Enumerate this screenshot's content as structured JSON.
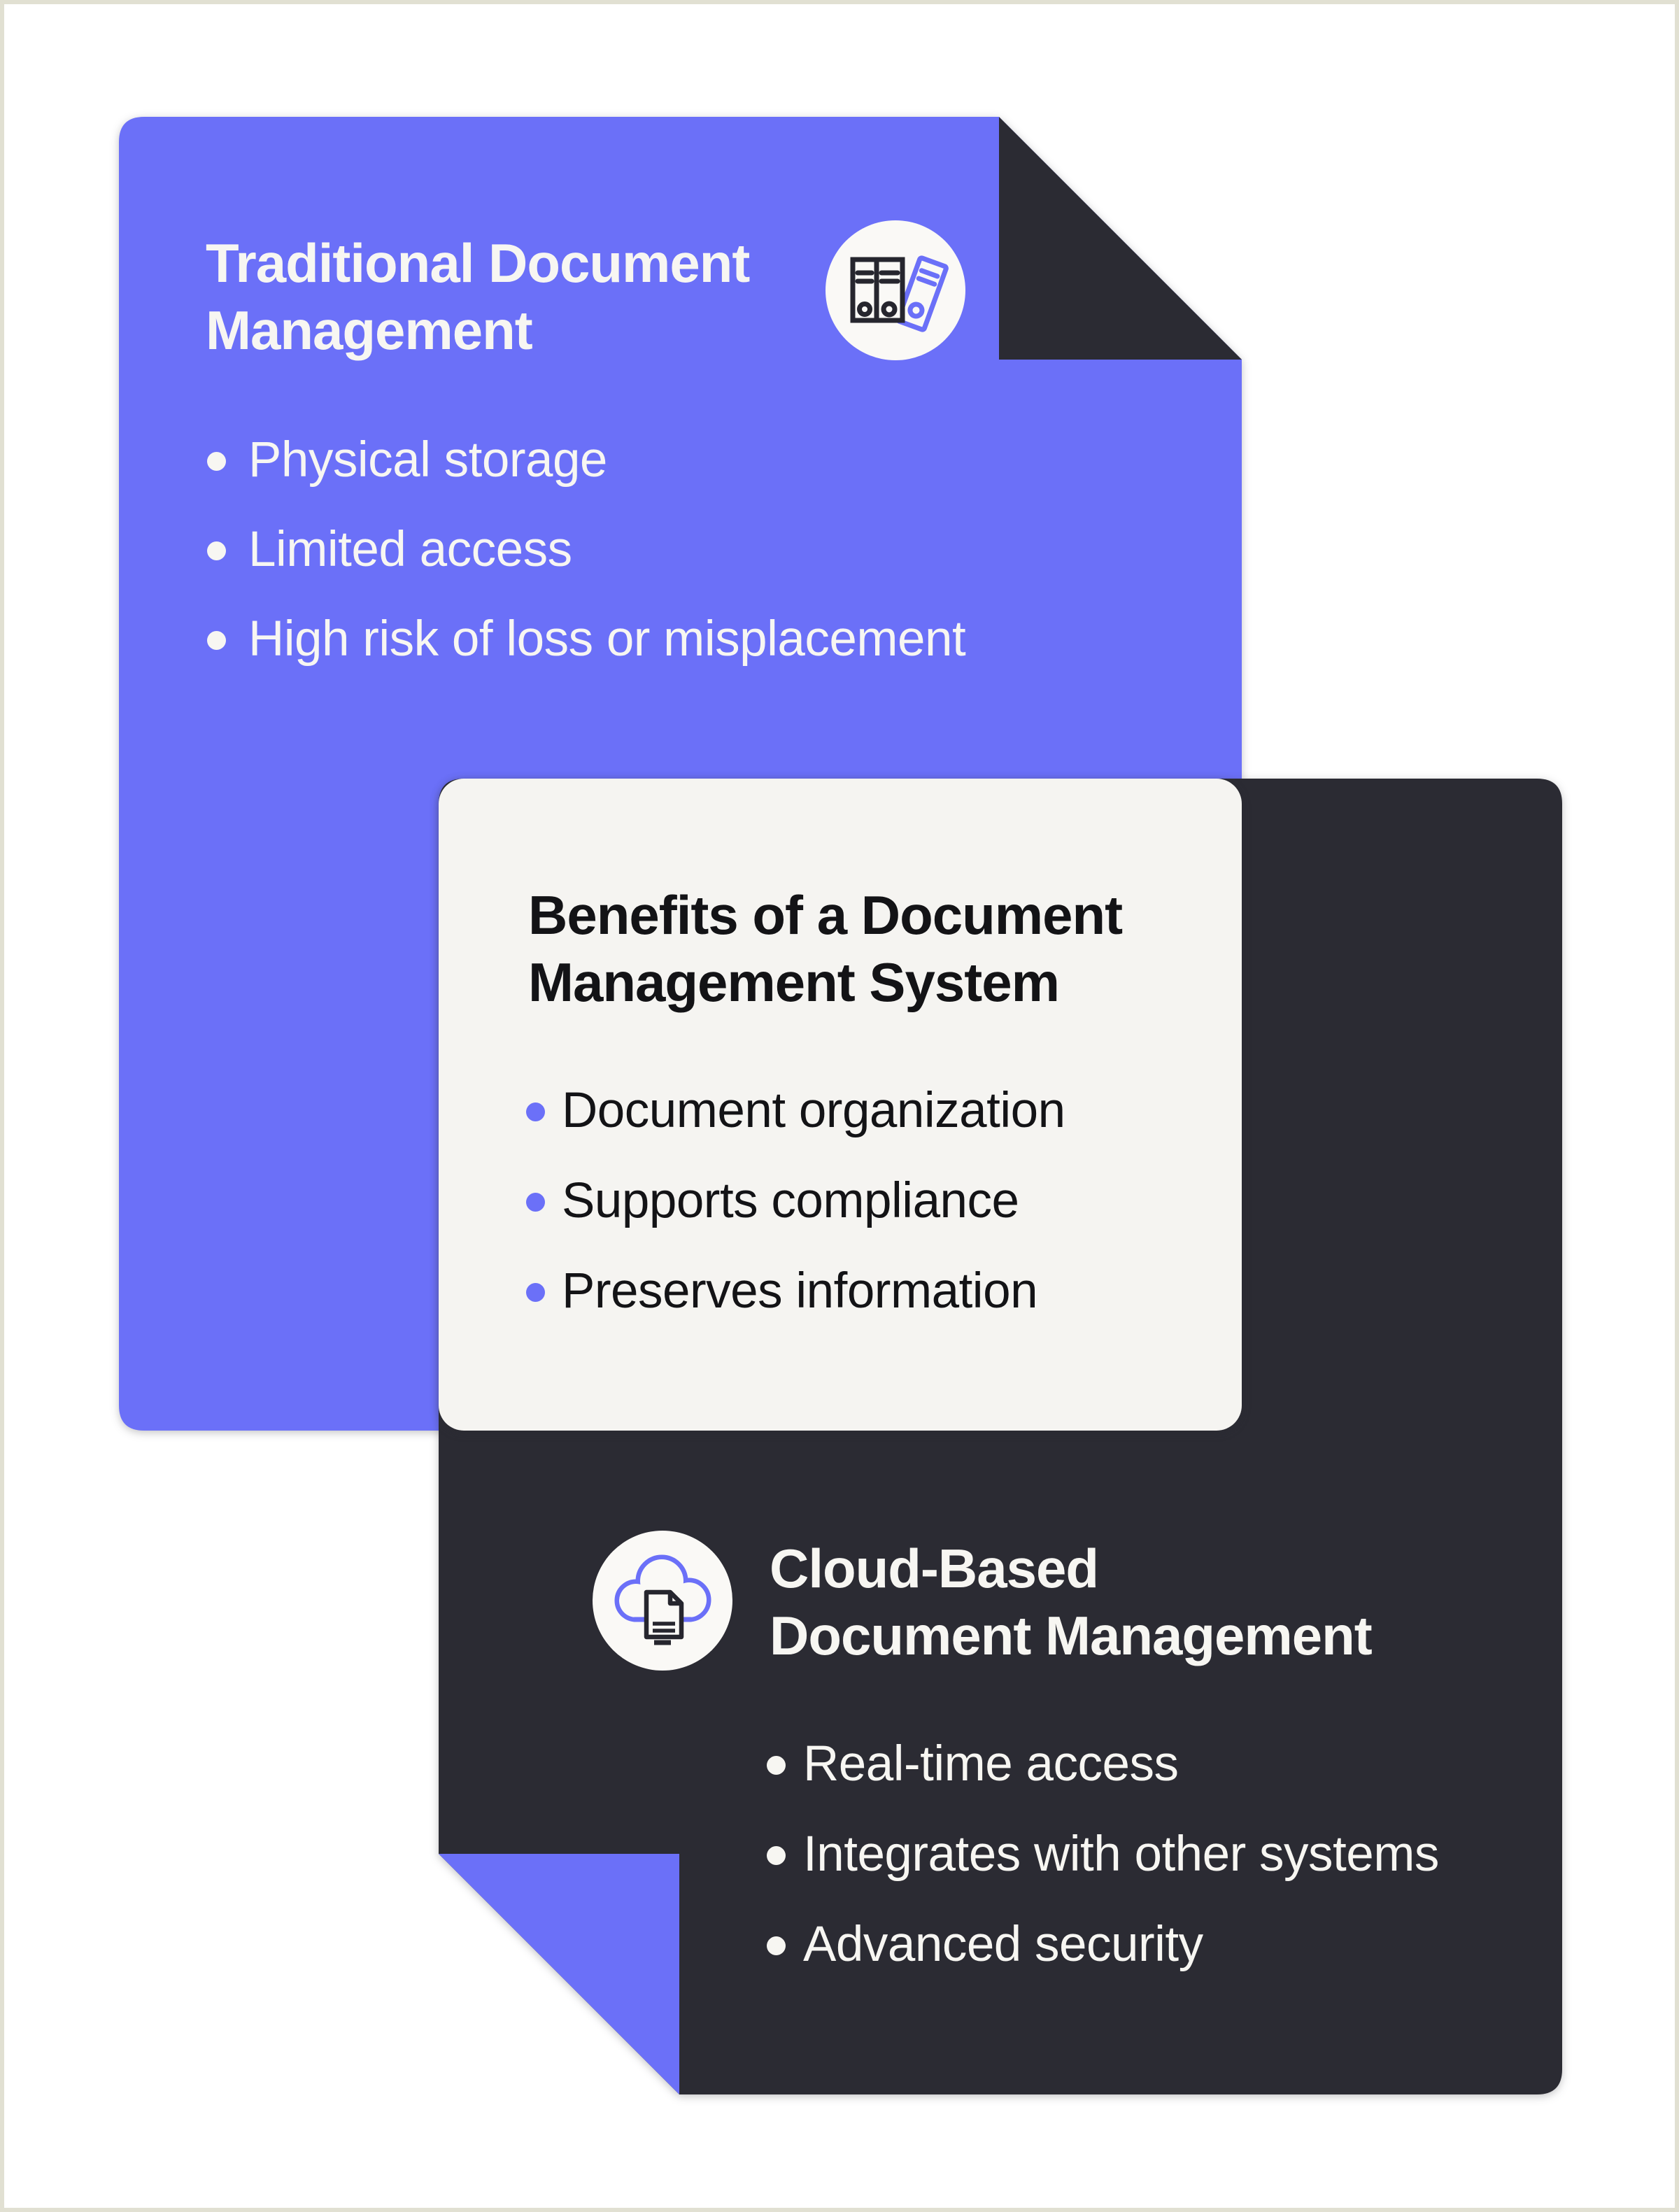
{
  "colors": {
    "purple": "#6b70f8",
    "dark": "#2b2b33",
    "card_light": "#f5f4f1",
    "icon_circle": "#faf9f6",
    "frame_border": "#e1e0d2",
    "text_on_purple": "#f7f6f2",
    "text_on_dark": "#f7f6f2",
    "text_on_light": "#131316"
  },
  "cards": {
    "traditional": {
      "title_lines": [
        "Traditional Document",
        "Management"
      ],
      "bullets": [
        "Physical storage",
        "Limited access",
        "High risk of loss or misplacement"
      ],
      "icon": "binders-icon"
    },
    "benefits": {
      "title_lines": [
        "Benefits of a Document",
        "Management System"
      ],
      "bullets": [
        "Document organization",
        "Supports compliance",
        "Preserves information"
      ]
    },
    "cloud": {
      "title_lines": [
        "Cloud-Based",
        "Document Management"
      ],
      "bullets": [
        "Real-time access",
        "Integrates with other systems",
        "Advanced security"
      ],
      "icon": "cloud-document-icon"
    }
  }
}
